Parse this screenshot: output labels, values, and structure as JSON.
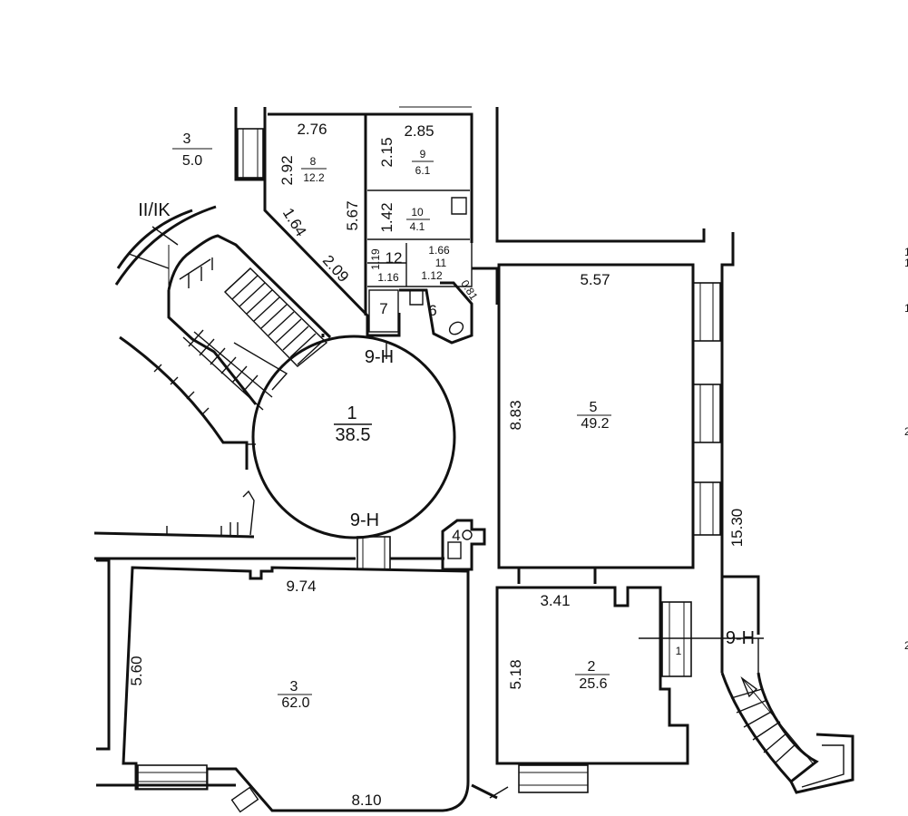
{
  "rooms": [
    {
      "id": "r3_top",
      "number": "3",
      "area": "5.0"
    },
    {
      "id": "r8",
      "number": "8",
      "area": "12.2"
    },
    {
      "id": "r9",
      "number": "9",
      "area": "6.1"
    },
    {
      "id": "r10",
      "number": "10",
      "area": "4.1"
    },
    {
      "id": "r11",
      "number": "11"
    },
    {
      "id": "r12",
      "number": "12"
    },
    {
      "id": "r7",
      "number": "7"
    },
    {
      "id": "r6",
      "number": "6"
    },
    {
      "id": "r1",
      "number": "1",
      "area": "38.5"
    },
    {
      "id": "r5",
      "number": "5",
      "area": "49.2"
    },
    {
      "id": "r4",
      "number": "4"
    },
    {
      "id": "r3",
      "number": "3",
      "area": "62.0"
    },
    {
      "id": "r2",
      "number": "2",
      "area": "25.6"
    },
    {
      "id": "r1_small",
      "number": "1"
    }
  ],
  "dimensions": [
    "2.76",
    "2.92",
    "2.85",
    "2.15",
    "1.42",
    "5.67",
    "1.64",
    "2.09",
    "1.19",
    "1.16",
    "1.66",
    "1.12",
    "0.81",
    "5.57",
    "8.83",
    "15.30",
    "9.74",
    "5.60",
    "3.41",
    "5.18",
    "8.10"
  ],
  "labels": {
    "stair_mark": "II/IK",
    "entry_top": "9-H",
    "entry_bottom": "9-H",
    "entry_right": "9-H"
  },
  "margin_fragments": [
    "1",
    "1",
    "1",
    "2",
    "2"
  ]
}
